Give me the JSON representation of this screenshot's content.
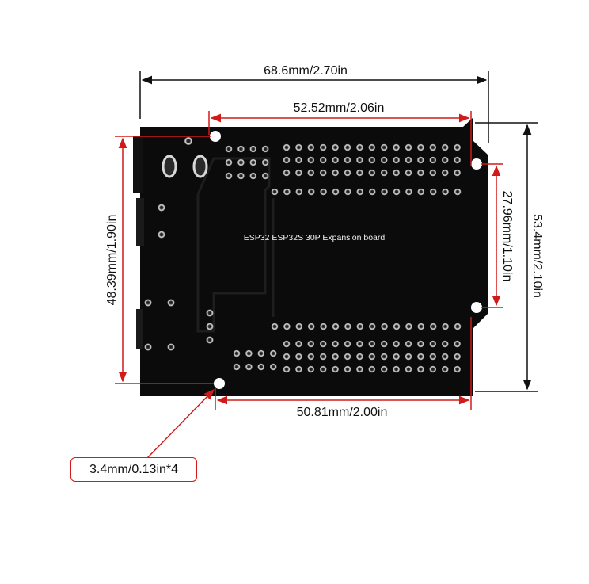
{
  "board": {
    "label": "ESP32 ESP32S 30P Expansion board"
  },
  "dimensions": {
    "overall_width": "68.6mm/2.70in",
    "top_hole_spacing": "52.52mm/2.06in",
    "left_hole_spacing": "48.39mm/1.90in",
    "right_hole_spacing": "27.96mm/1.10in",
    "overall_height": "53.4mm/2.10in",
    "bottom_hole_spacing": "50.81mm/2.00in",
    "hole_diameter": "3.4mm/0.13in*4"
  },
  "colors": {
    "board": "#0b0b0b",
    "dimension_red": "#d11a1a",
    "dimension_black": "#111111",
    "label_text": "#f2f2f2"
  }
}
